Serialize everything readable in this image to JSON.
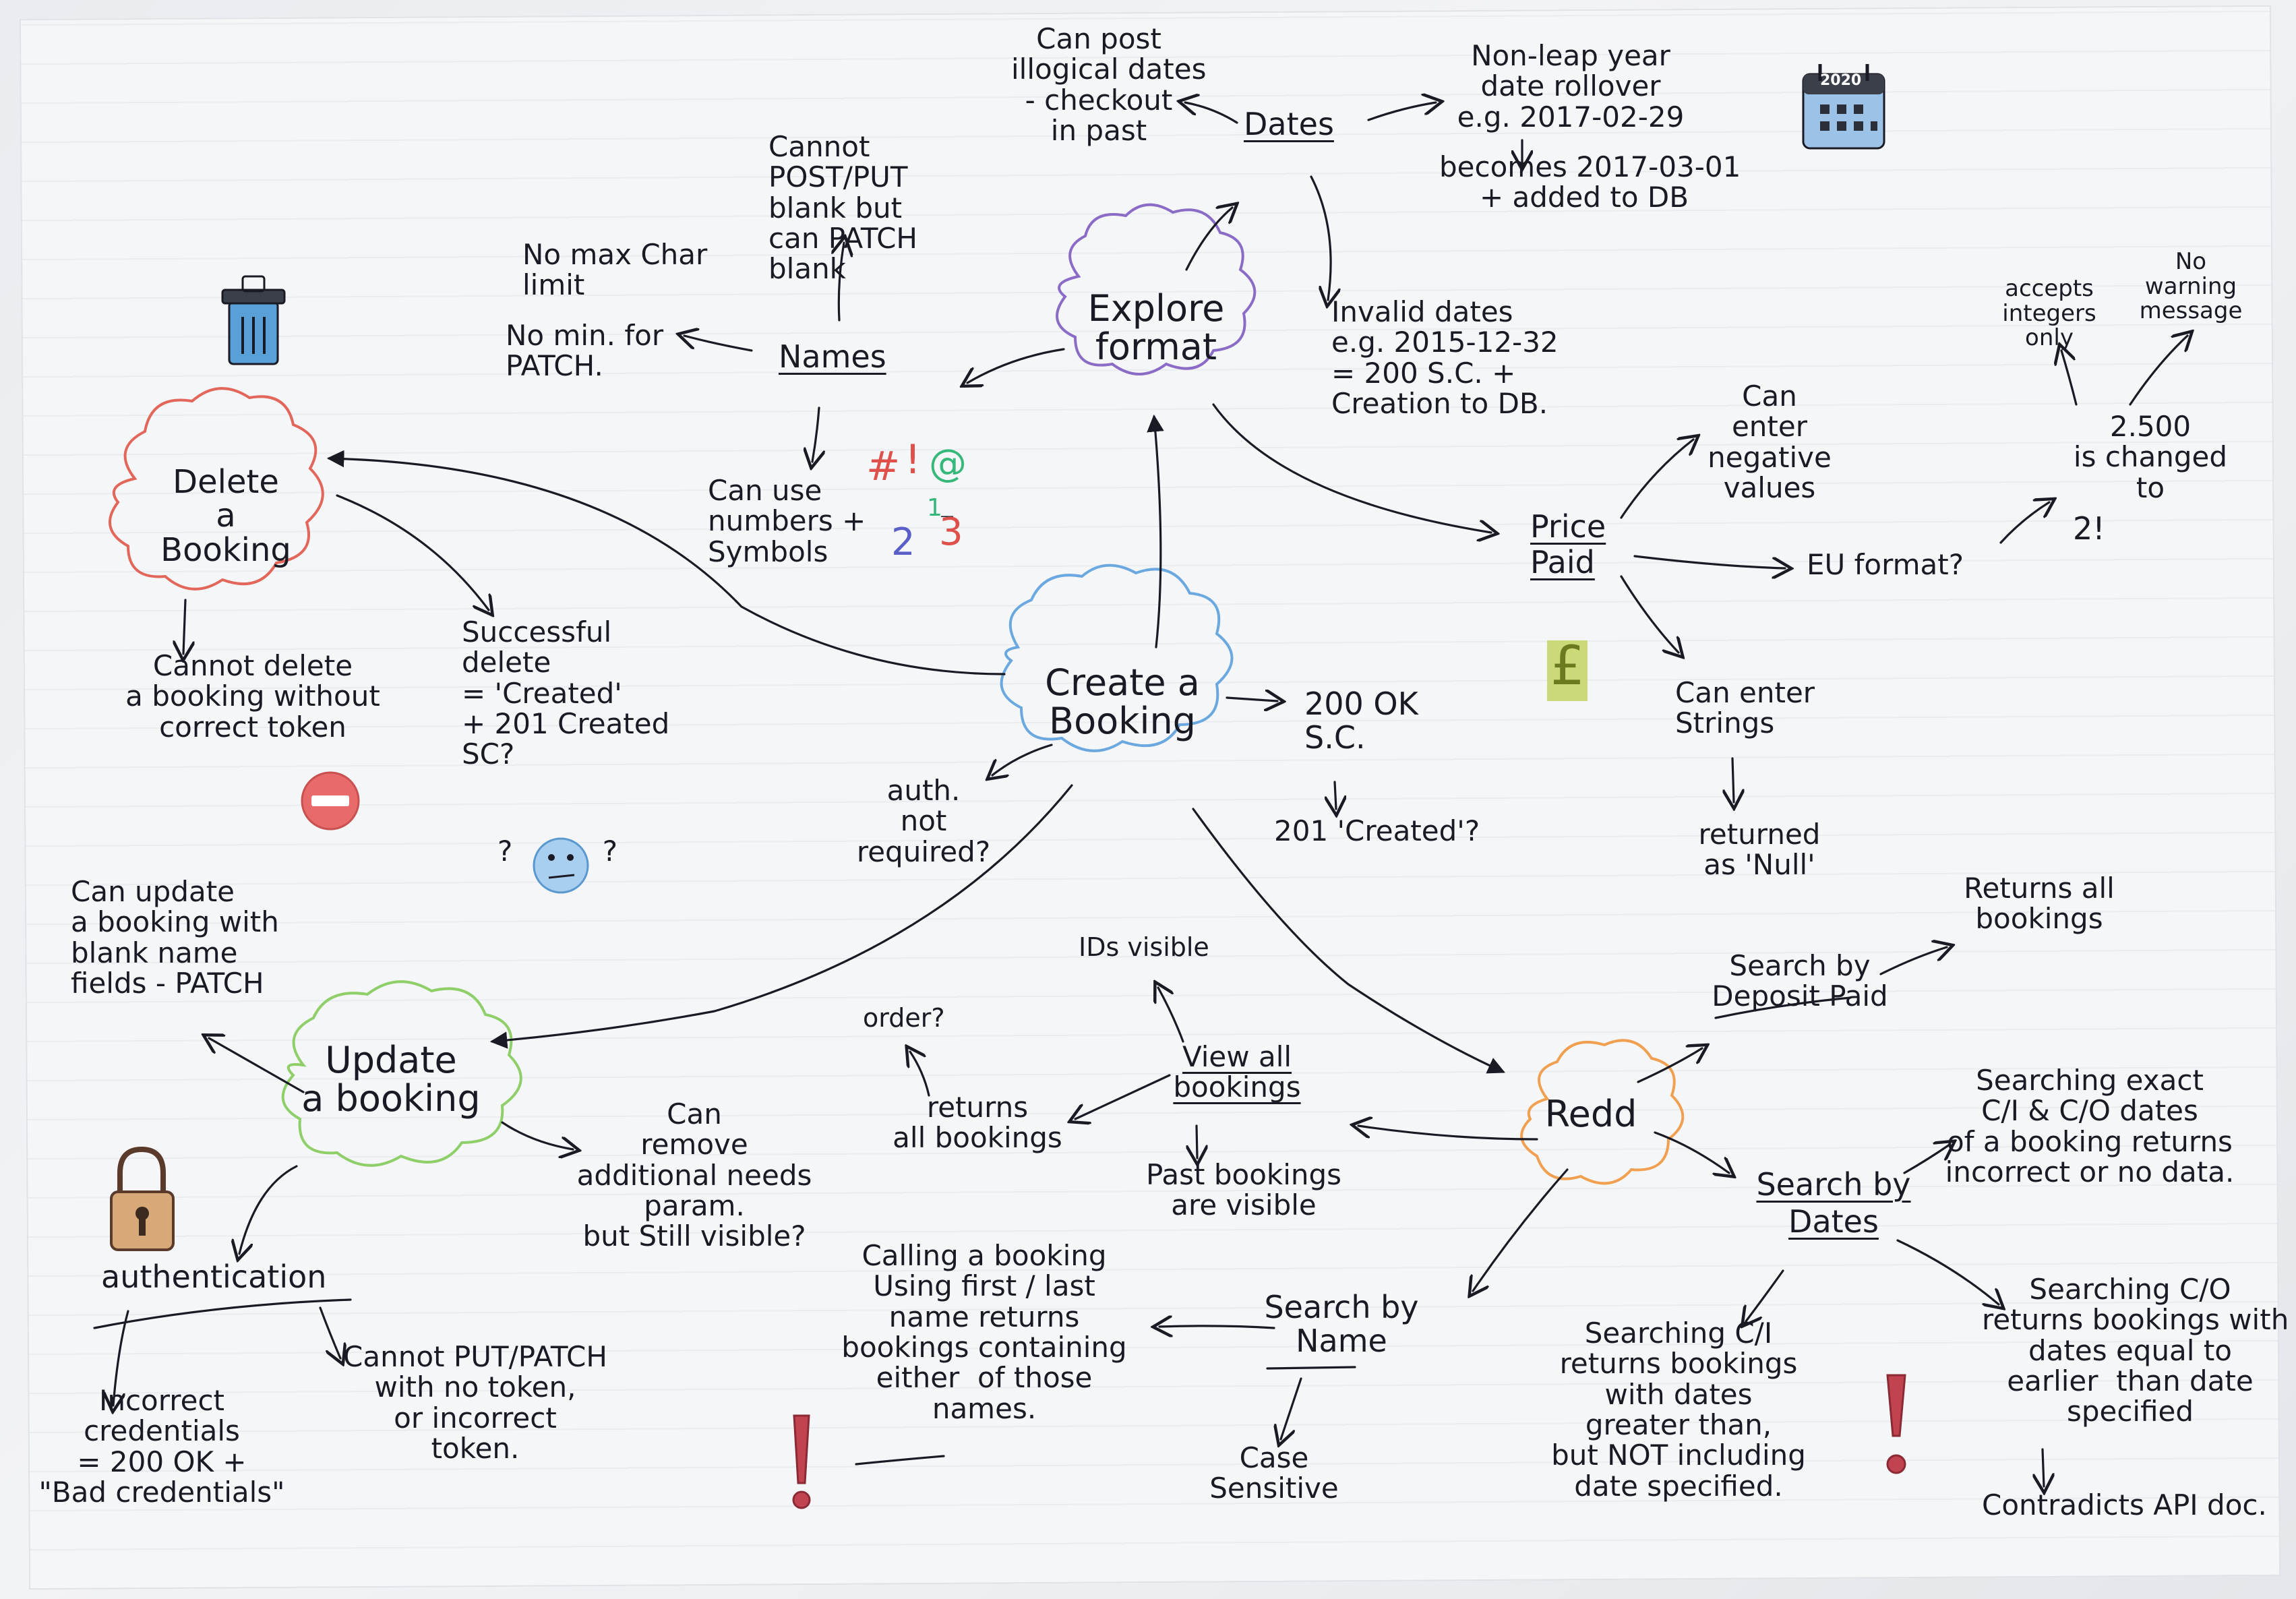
{
  "nodes": {
    "center": "Create a\nBooking",
    "explore": "Explore\nformat",
    "delete": "Delete\na\nBooking",
    "update": "Update\na booking",
    "read": "Redd"
  },
  "branches": {
    "dates_title": "Dates",
    "dates_illogical": "Can post\nillogical dates\n- checkout\nin past",
    "dates_leap": "Non-leap year\ndate rollover\ne.g. 2017-02-29",
    "dates_becomes": "becomes 2017-03-01\n+ added to DB",
    "dates_invalid": "Invalid dates\ne.g. 2015-12-32\n= 200 S.C. +\nCreation to DB.",
    "names_title": "Names",
    "names_blank": "Cannot\nPOST/PUT\nblank but\ncan PATCH\nblank",
    "names_maxchar": "No max Char\nlimit",
    "names_min": "No min. for\nPATCH.",
    "names_symbols": "Can use\nnumbers +\nSymbols",
    "symbols_hash": "#",
    "symbols_bang": "!",
    "symbols_at": "@",
    "symbols_two": "2",
    "symbols_one": "1",
    "symbols_three": "3",
    "price_title": "Price\nPaid",
    "price_negative": "Can\nenter\nnegative\nvalues",
    "price_eu": "EU format?",
    "price_strings": "Can enter\nStrings",
    "price_null": "returned\nas 'Null'",
    "price_integers": "accepts\nintegers\nonly",
    "price_warning": "No\nwarning\nmessage",
    "price_changed": "2.500\nis changed\nto",
    "price_two": "2!",
    "ok_text": "200 OK\nS.C.",
    "created_text": "201 'Created'?",
    "auth_text": "auth.\nnot\nrequired?",
    "delete_success": "Successful\ndelete\n= 'Created'\n+ 201 Created\nSC?",
    "delete_token": "Cannot delete\na booking without\ncorrect token",
    "confused_q": "?          ?",
    "update_blank": "Can update\na booking with\nblank name\nfields - PATCH",
    "update_remove": "Can\nremove\nadditional needs\nparam.\nbut Still visible?",
    "auth_title": "authentication",
    "auth_incorrect": "Incorrect\ncredentials\n= 200 OK +\n\"Bad credentials\"",
    "auth_put": "Cannot PUT/PATCH\nwith no token,\nor incorrect\ntoken.",
    "viewall_title": "View all\nbookings",
    "viewall_ids": "IDs visible",
    "viewall_order": "order?",
    "viewall_returns": "returns\nall bookings",
    "viewall_past": "Past bookings\nare visible",
    "search_deposit": "Search by\nDeposit Paid",
    "search_deposit_returns": "Returns all\nbookings",
    "search_dates": "Search by\nDates",
    "search_dates_exact": "Searching exact\nC/I & C/O dates\nof a booking returns\nincorrect or no data.",
    "search_ci": "Searching C/I\nreturns bookings\nwith dates\ngreater than,\nbut NOT including\ndate specified.",
    "search_co": "Searching C/O\nreturns bookings with\ndates equal to\nearlier  than date\nspecified",
    "search_co_contradicts": "Contradicts API doc.",
    "search_name": "Search by\nName",
    "search_name_calling": "Calling a booking\nUsing first / last\nname returns\nbookings containing\neither  of those\nnames.",
    "search_name_case": "Case\nSensitive",
    "calendar_year": "2020",
    "pound": "£",
    "exclaim": "!"
  },
  "colors": {
    "ink": "#1a1a24",
    "explore_cloud": "#8a6cc7",
    "center_cloud": "#6aa8df",
    "delete_cloud": "#e2665a",
    "update_cloud": "#8fcf6a",
    "read_cloud": "#f0a050",
    "symbol_red": "#e0504a",
    "symbol_green": "#36b87a",
    "symbol_blue": "#5a5ec8",
    "exclaim_red": "#c0434f"
  },
  "icons": [
    "trash-icon",
    "calendar-icon",
    "pound-sign-icon",
    "no-entry-icon",
    "confused-face-icon",
    "padlock-icon",
    "exclamation-icon"
  ]
}
